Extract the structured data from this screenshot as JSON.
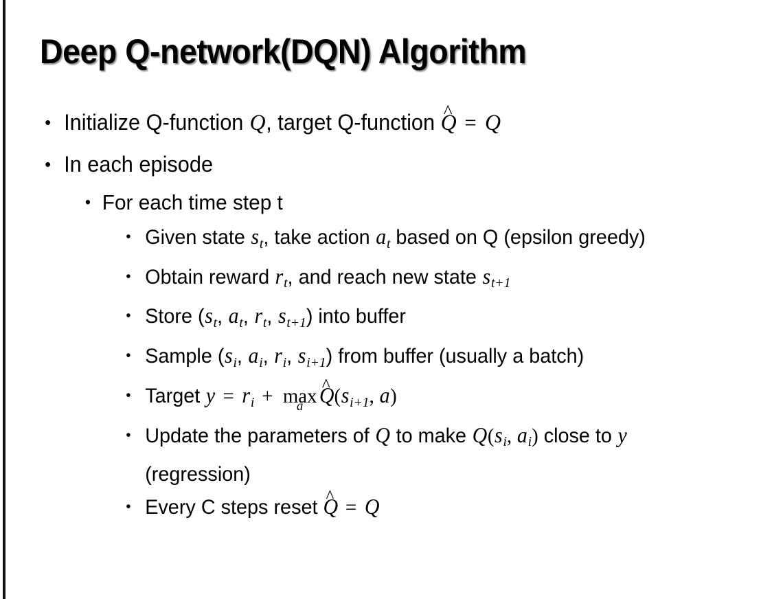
{
  "slide": {
    "title": "Deep Q-network(DQN) Algorithm",
    "background_color": "#ffffff",
    "text_color": "#000000",
    "border_color": "#111111",
    "bullet_glyph": "•"
  },
  "bullets": {
    "b1": {
      "level": 1,
      "pre": "Initialize Q-function ",
      "q1": "Q",
      "mid": ", target Q-function ",
      "qhat": "Q",
      "hat": "^",
      "eq": " = ",
      "q2": "Q"
    },
    "b2": {
      "level": 1,
      "text": "In each episode"
    },
    "b3": {
      "level": 2,
      "text": "For each time step t"
    },
    "b4": {
      "level": 3,
      "pre": "Given state ",
      "s": "s",
      "s_sub": "t",
      "mid": ", take action ",
      "a": "a",
      "a_sub": "t",
      "post": " based on Q (epsilon greedy)"
    },
    "b5": {
      "level": 3,
      "pre": "Obtain reward ",
      "r": "r",
      "r_sub": "t",
      "mid": ", and reach new state ",
      "s": "s",
      "s_sub": "t+1"
    },
    "b6": {
      "level": 3,
      "pre": "Store (",
      "s": "s",
      "s_sub": "t",
      "c1": ", ",
      "a": "a",
      "a_sub": "t",
      "c2": ", ",
      "r": "r",
      "r_sub": "t",
      "c3": ", ",
      "s2": "s",
      "s2_sub": "t+1",
      "post": ") into buffer"
    },
    "b7": {
      "level": 3,
      "pre": "Sample (",
      "s": "s",
      "s_sub": "i",
      "c1": ", ",
      "a": "a",
      "a_sub": "i",
      "c2": ", ",
      "r": "r",
      "r_sub": "i",
      "c3": ", ",
      "s2": "s",
      "s2_sub": "i+1",
      "post": ") from buffer (usually a batch)"
    },
    "b8": {
      "level": 3,
      "pre": "Target ",
      "y": "y",
      "eq": " = ",
      "r": "r",
      "r_sub": "i",
      "plus": " + ",
      "max": "max",
      "max_limit": "a",
      "qhat": "Q",
      "hat": "^",
      "open": "(",
      "s": "s",
      "s_sub": "i+1",
      "comma": ", ",
      "a": "a",
      "close": ")"
    },
    "b9": {
      "level": 3,
      "pre": "Update the parameters of ",
      "q1": "Q",
      "mid": " to make ",
      "q2": "Q",
      "open": "(",
      "s": "s",
      "s_sub": "i",
      "comma": ", ",
      "a": "a",
      "a_sub": "i",
      "close": ")",
      "post": " close to ",
      "y": "y",
      "tail": " (regression)"
    },
    "b10": {
      "level": 3,
      "pre": "Every C steps reset ",
      "qhat": "Q",
      "hat": "^",
      "eq": " = ",
      "q": "Q"
    }
  }
}
